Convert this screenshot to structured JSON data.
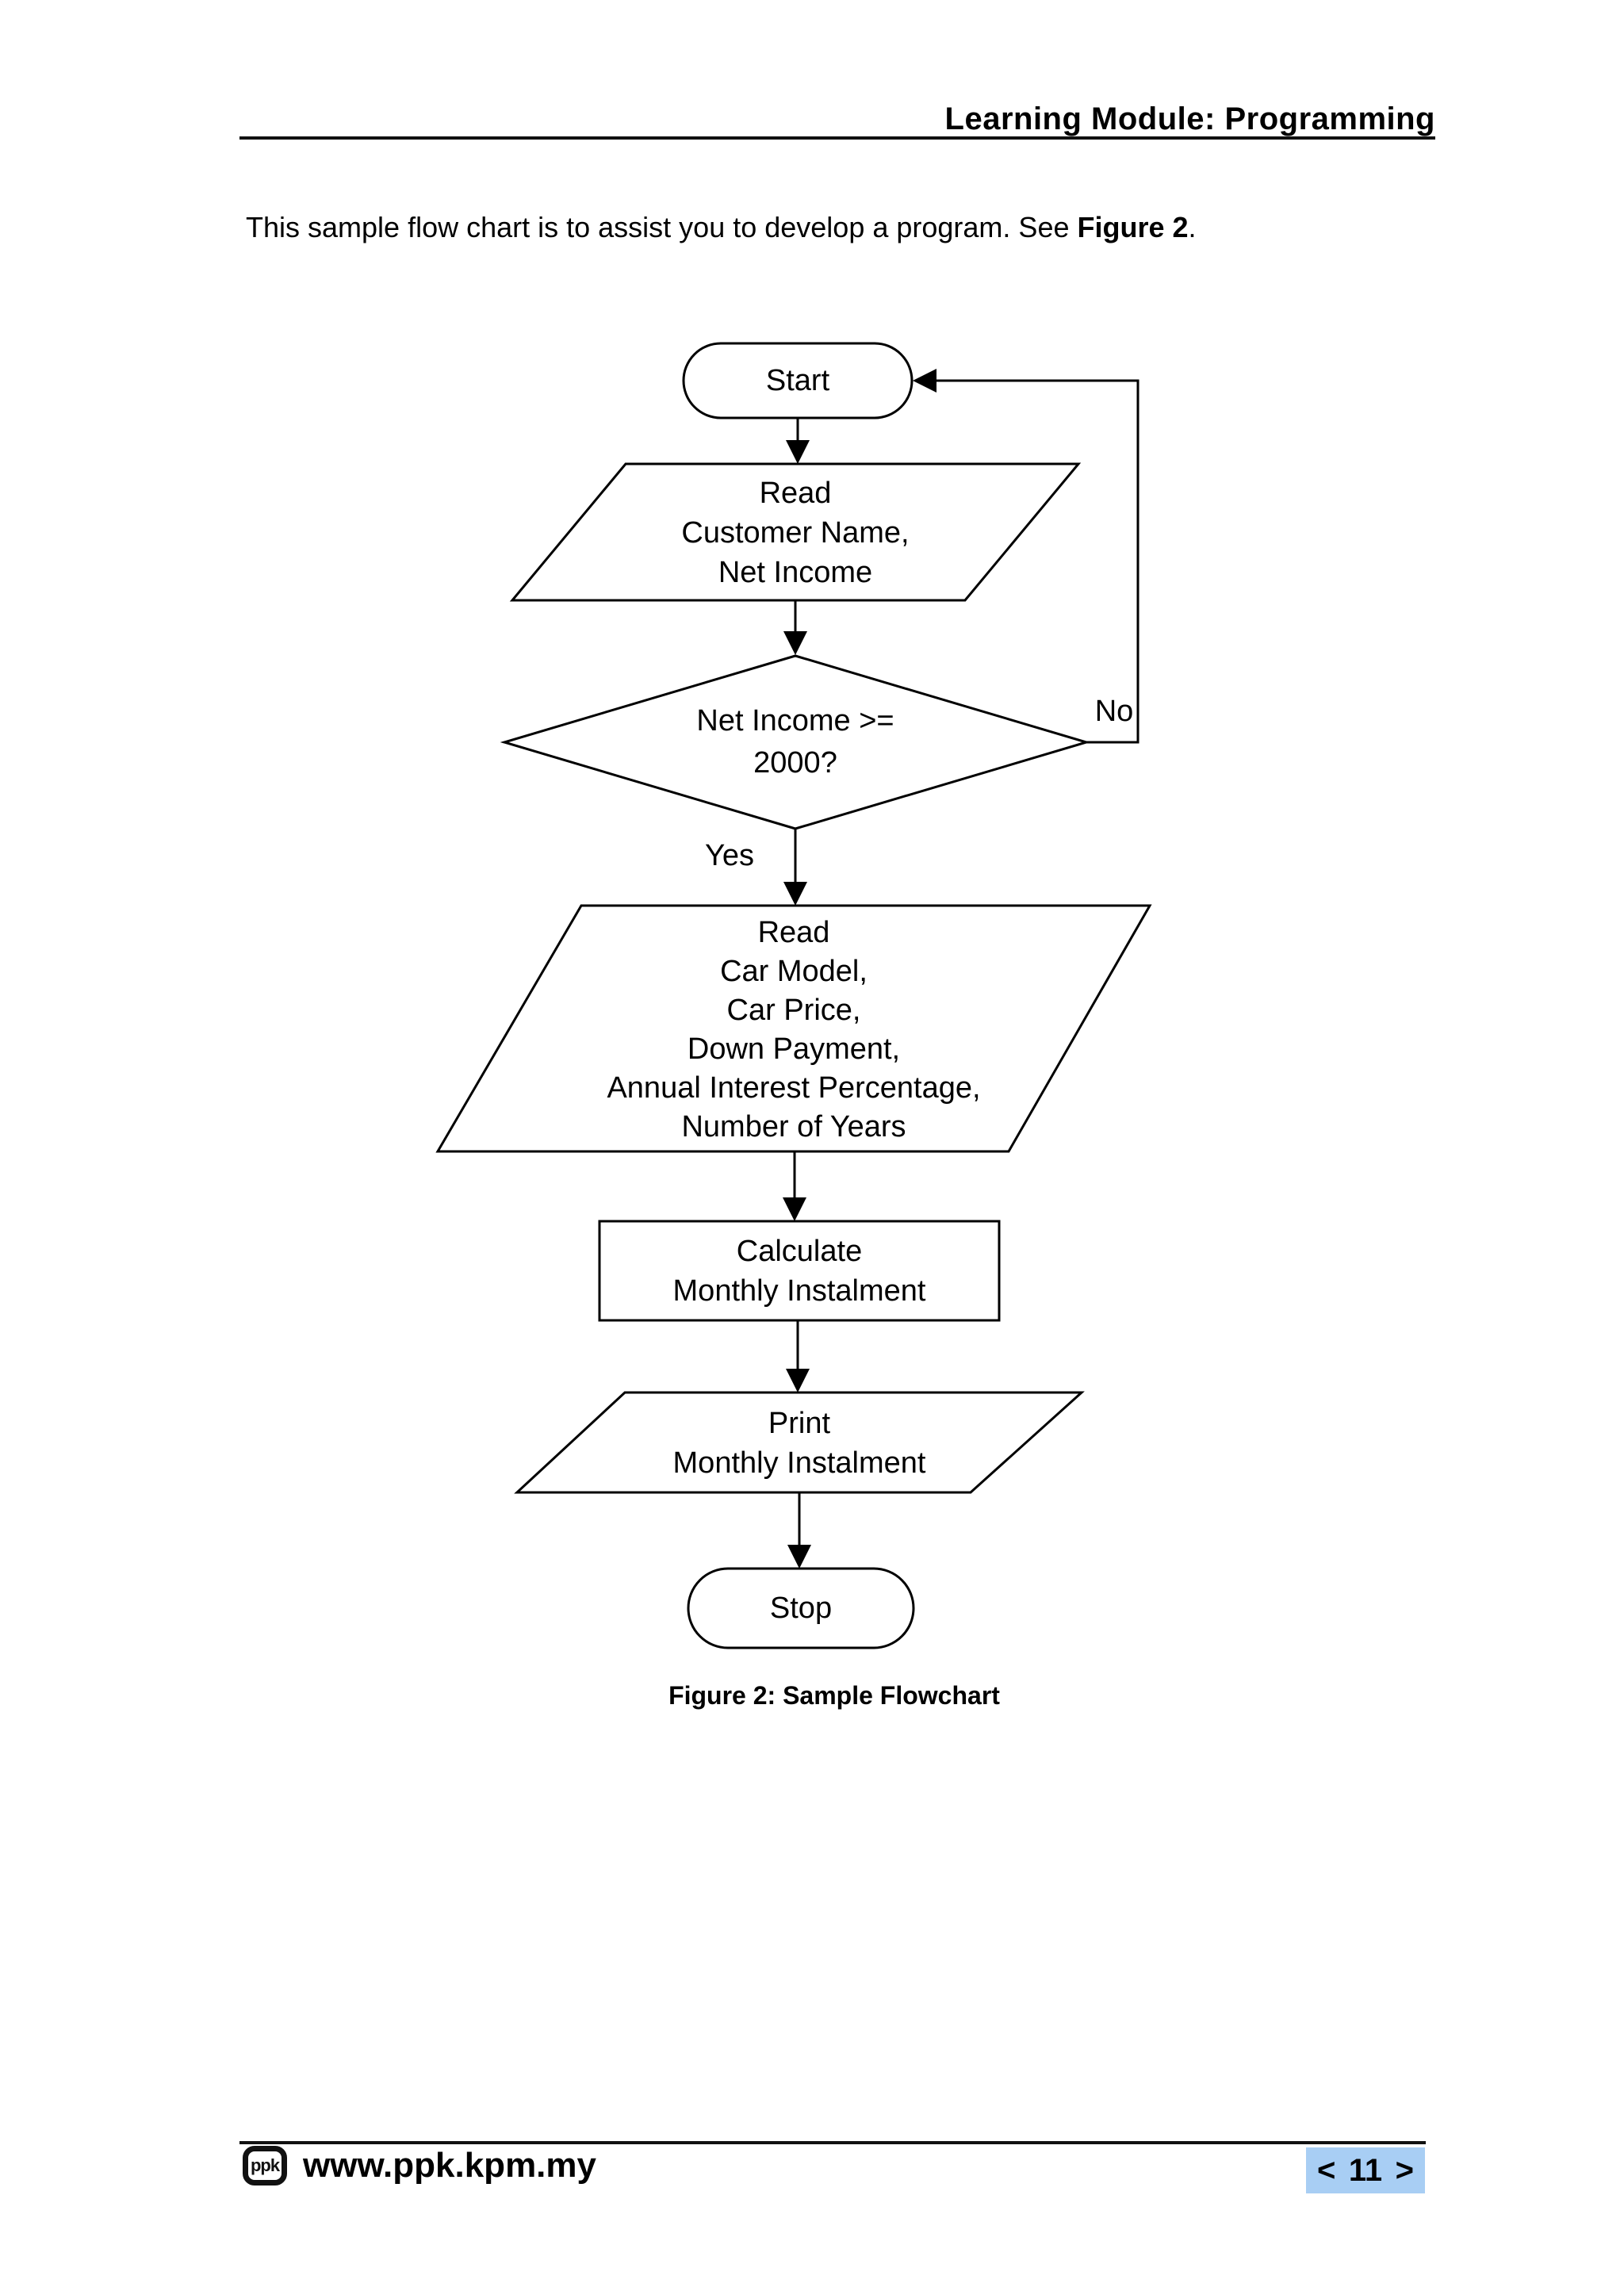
{
  "header": {
    "title": "Learning Module: Programming"
  },
  "intro": {
    "text": "This sample flow chart is to assist you to develop a program. See ",
    "figure_ref": "Figure 2",
    "suffix": "."
  },
  "flowchart": {
    "nodes": {
      "start": {
        "label": "Start"
      },
      "read_customer": {
        "lines": [
          "Read",
          "Customer Name,",
          "Net Income"
        ]
      },
      "decision": {
        "lines": [
          "Net Income >=",
          "2000?"
        ]
      },
      "read_car": {
        "lines": [
          "Read",
          "Car Model,",
          "Car Price,",
          "Down Payment,",
          "Annual Interest Percentage,",
          "Number of Years"
        ]
      },
      "calculate": {
        "lines": [
          "Calculate",
          "Monthly Instalment"
        ]
      },
      "print": {
        "lines": [
          "Print",
          "Monthly Instalment"
        ]
      },
      "stop": {
        "label": "Stop"
      }
    },
    "edges": {
      "yes_label": "Yes",
      "no_label": "No"
    },
    "caption": "Figure 2: Sample Flowchart"
  },
  "footer": {
    "logo_text": "ppk",
    "website": "www.ppk.kpm.my",
    "page_nav": {
      "prev": "<",
      "page": "11",
      "next": ">"
    },
    "badge_color": "#a8cef4",
    "line_color": "#111111"
  }
}
